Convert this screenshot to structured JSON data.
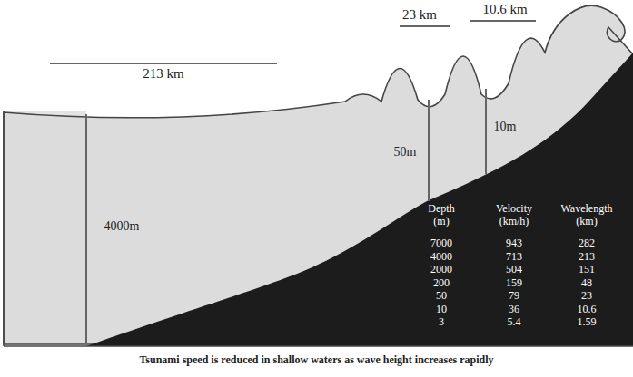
{
  "diagram": {
    "caption": "Tsunami speed is reduced in shallow waters as wave height increases rapidly",
    "labels": [
      "213 km",
      "23 km",
      "10.6 km",
      "50m",
      "10m",
      "4000m",
      "Depth (m)",
      "Velocity (km/h)",
      "Wavelength (km)",
      "7000",
      "943",
      "282",
      "4000",
      "713",
      "213",
      "2000",
      "504",
      "151",
      "200",
      "159",
      "48",
      "50",
      "79",
      "23",
      "10",
      "36",
      "10.6",
      "3",
      "5.4",
      "1.59"
    ]
  }
}
